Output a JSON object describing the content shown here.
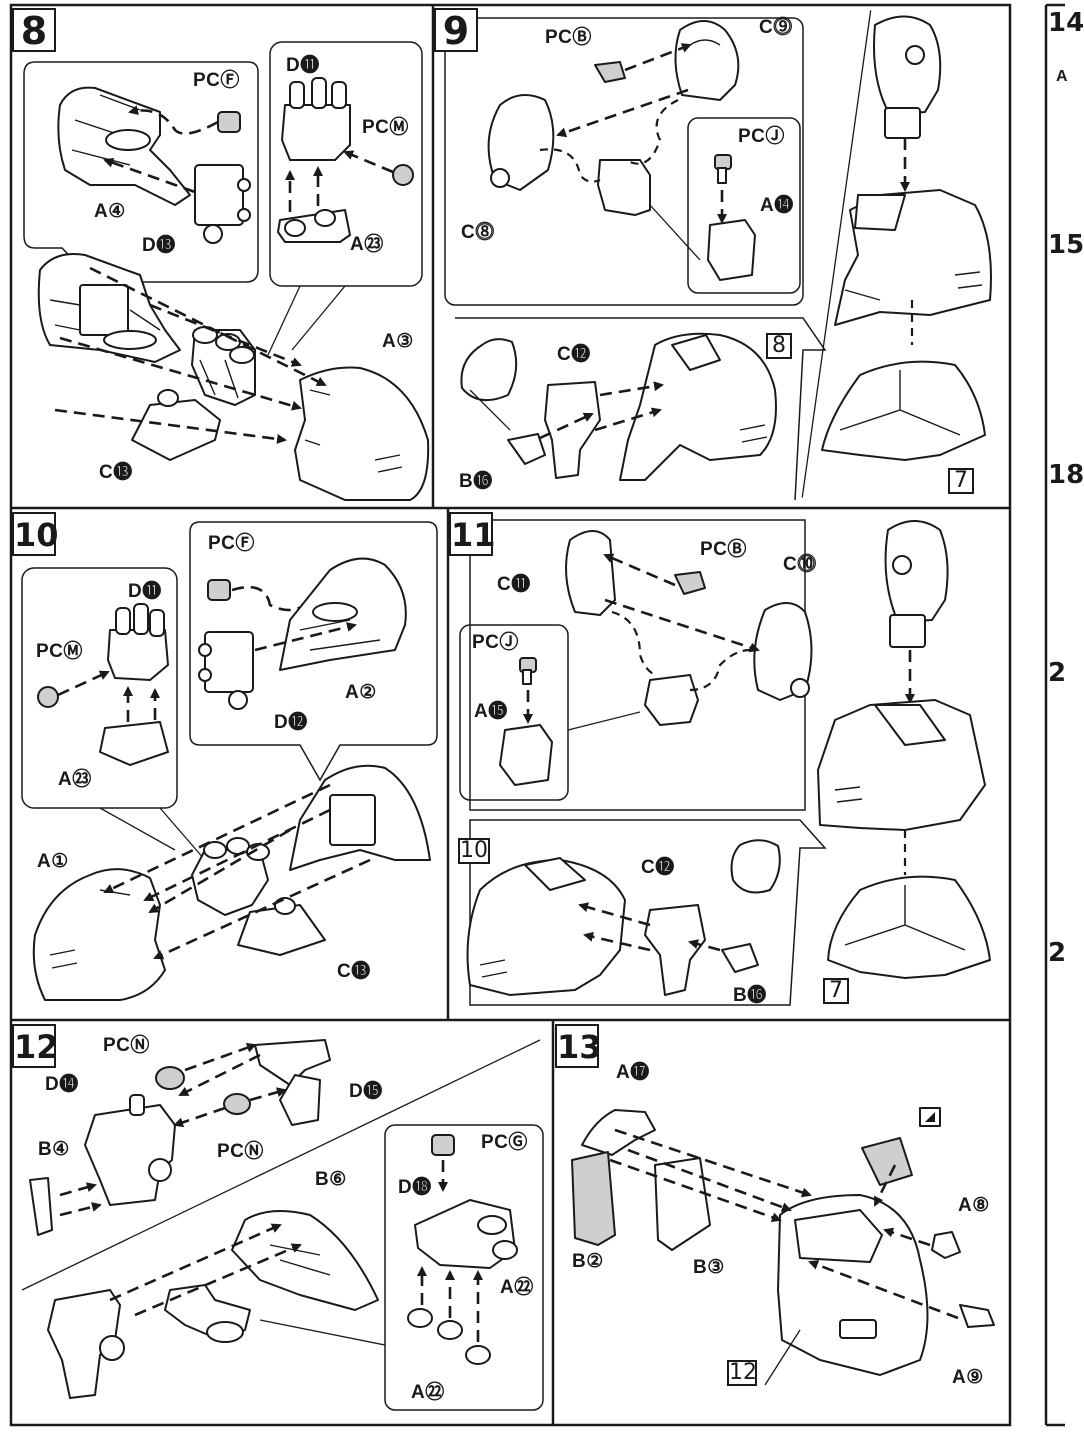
{
  "steps": [
    {
      "number": "8",
      "labels": [
        "PCⒻ",
        "D⓫",
        "PCⓂ",
        "A④",
        "D⓭",
        "A㉓",
        "A③",
        "C⓭"
      ]
    },
    {
      "number": "9",
      "labels": [
        "PCⒷ",
        "C⓽",
        "PCⒿ",
        "A⓮",
        "C⓼",
        "C⓬",
        "B⓰"
      ],
      "ref": [
        "8",
        "7"
      ]
    },
    {
      "number": "10",
      "labels": [
        "PCⒻ",
        "D⓫",
        "PCⓂ",
        "A②",
        "D⓬",
        "A㉓",
        "A①",
        "C⓭"
      ]
    },
    {
      "number": "11",
      "labels": [
        "PCⒷ",
        "C⓫",
        "C⓾",
        "PCⒿ",
        "A⓯",
        "C⓬",
        "B⓰"
      ],
      "ref": [
        "10",
        "7"
      ]
    },
    {
      "number": "12",
      "labels": [
        "PCⓃ",
        "D⓮",
        "D⓯",
        "B④",
        "PCⓃ",
        "B⑥",
        "PCⒼ",
        "D⓲",
        "A㉒",
        "A㉒"
      ]
    },
    {
      "number": "13",
      "labels": [
        "A⓱",
        "B②",
        "B③",
        "A⑧",
        "A⑨"
      ],
      "ref": [
        "12"
      ]
    }
  ],
  "right_strip": {
    "numbers": [
      "14",
      "15",
      "18",
      "2",
      "2"
    ],
    "letter": "A"
  }
}
